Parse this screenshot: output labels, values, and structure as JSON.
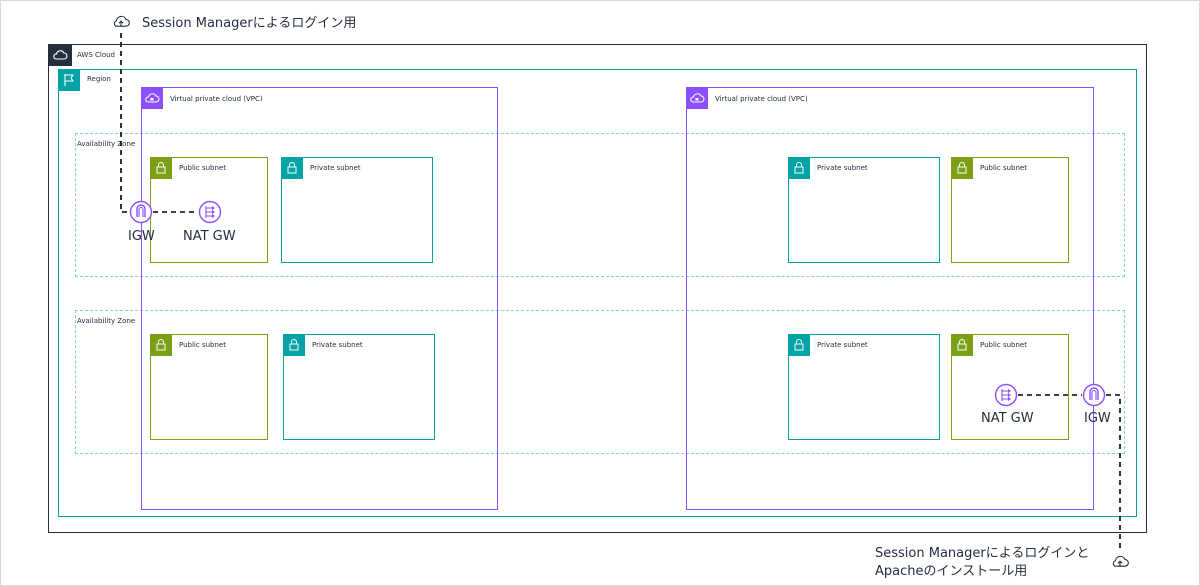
{
  "notes": {
    "top": "Session Managerによるログイン用",
    "bottom_line1": "Session Managerによるログインと",
    "bottom_line2": "Apacheのインストール用"
  },
  "aws_cloud": {
    "label": "AWS Cloud"
  },
  "region": {
    "label": "Region"
  },
  "vpcs": [
    {
      "label": "Virtual private cloud (VPC)"
    },
    {
      "label": "Virtual private cloud (VPC)"
    }
  ],
  "availability_zones": [
    {
      "label": "Availability Zone"
    },
    {
      "label": "Availability Zone"
    }
  ],
  "left_vpc": {
    "az1": {
      "public": "Public subnet",
      "private": "Private subnet"
    },
    "az2": {
      "public": "Public subnet",
      "private": "Private subnet"
    }
  },
  "right_vpc": {
    "az1": {
      "private": "Private subnet",
      "public": "Public subnet"
    },
    "az2": {
      "private": "Private subnet",
      "public": "Public subnet"
    }
  },
  "gateways": {
    "left_igw": "IGW",
    "left_nat": "NAT GW",
    "right_nat": "NAT GW",
    "right_igw": "IGW"
  },
  "colors": {
    "cloud": "#232f3e",
    "region": "#00a4a6",
    "vpc": "#8c4fff",
    "public_subnet": "#7aa116",
    "private_subnet": "#00a4a6",
    "availability_zone": "#7fd3d4"
  },
  "icons": {
    "cloud_upload": "cloud-upload-icon",
    "aws_cloud": "aws-cloud-icon",
    "region_flag": "flag-icon",
    "vpc": "vpc-cloud-lock-icon",
    "subnet": "lock-icon",
    "igw": "internet-gateway-icon",
    "nat": "nat-gateway-icon"
  }
}
